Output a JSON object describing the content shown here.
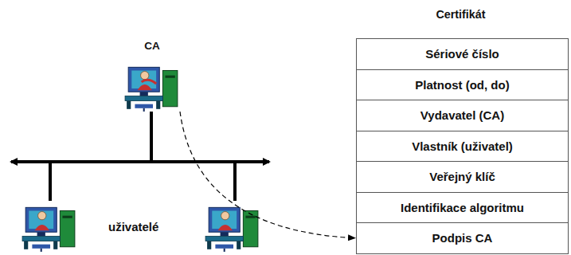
{
  "diagram": {
    "nodes": [
      {
        "text": [
          "CA"
        ]
      },
      {
        "text": [
          "Certifikát"
        ]
      },
      {
        "text": [
          "Sériové číslo"
        ],
        "in": 1
      },
      {
        "text": [
          "Platnost (od, do)"
        ],
        "in": 1
      },
      {
        "text": [
          "Vydavatel (CA)"
        ],
        "in": 1
      },
      {
        "text": [
          "Vlastník (uživatel)"
        ],
        "in": 1
      },
      {
        "text": [
          "Veřejný klíč"
        ],
        "in": 1
      },
      {
        "text": [
          "Identifikace algoritmu"
        ],
        "in": 1
      },
      {
        "text": [
          "Podpis CA"
        ],
        "in": 1
      }
    ],
    "edges": [
      {
        "from": 0,
        "to": 8,
        "arrow": "to"
      }
    ],
    "labels": [
      "uživatelé"
    ]
  }
}
